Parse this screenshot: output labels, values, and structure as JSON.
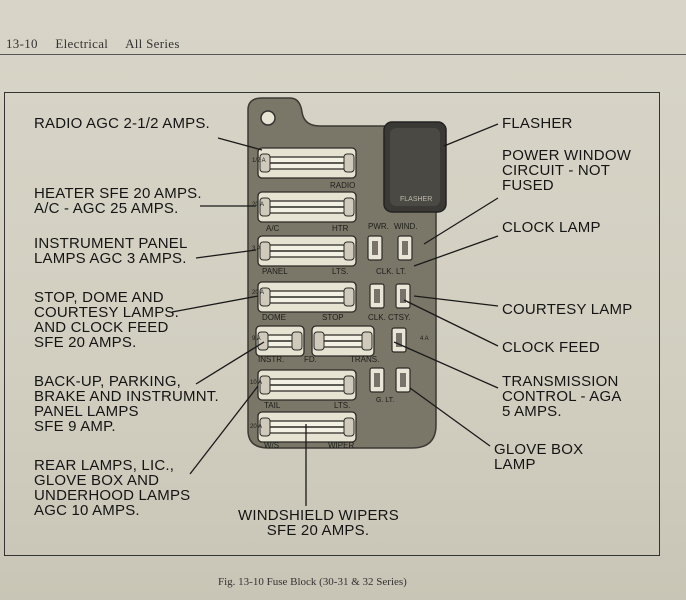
{
  "header": {
    "page_number": "13-10",
    "section": "Electrical",
    "series": "All Series"
  },
  "caption": "Fig. 13-10  Fuse Block (30-31 & 32 Series)",
  "callouts": {
    "radio": [
      "RADIO AGC 2-1/2 AMPS."
    ],
    "heater": [
      "HEATER SFE 20 AMPS.",
      "A/C - AGC 25 AMPS."
    ],
    "instrument": [
      "INSTRUMENT PANEL",
      "LAMPS AGC 3 AMPS."
    ],
    "stop_dome": [
      "STOP, DOME AND",
      "COURTESY LAMPS.",
      "AND CLOCK FEED",
      "SFE 20 AMPS."
    ],
    "backup": [
      "BACK-UP, PARKING,",
      "BRAKE AND INSTRUMNT.",
      "PANEL LAMPS",
      "SFE 9 AMP."
    ],
    "rear": [
      "REAR LAMPS, LIC.,",
      "GLOVE BOX AND",
      "UNDERHOOD LAMPS",
      "AGC 10 AMPS."
    ],
    "wipers": [
      "WINDSHIELD WIPERS",
      "SFE 20 AMPS."
    ],
    "flasher": [
      "FLASHER"
    ],
    "power_window": [
      "POWER WINDOW",
      "CIRCUIT - NOT",
      "FUSED"
    ],
    "clock_lamp": [
      "CLOCK LAMP"
    ],
    "courtesy_lamp": [
      "COURTESY LAMP"
    ],
    "clock_feed": [
      "CLOCK FEED"
    ],
    "transmission": [
      "TRANSMISSION",
      "CONTROL - AGA",
      "5 AMPS."
    ],
    "glove_box": [
      "GLOVE BOX",
      "LAMP"
    ]
  },
  "block_labels": {
    "radio": "RADIO",
    "ac": "A/C",
    "htr": "HTR",
    "panel": "PANEL",
    "lts": "LTS.",
    "dome": "DOME",
    "stop": "STOP",
    "instr": "INSTR.",
    "fd": "FD.",
    "trans": "TRANS.",
    "tail": "TAIL",
    "lts2": "LTS.",
    "wps": "W/S",
    "wiper": "WIPER",
    "flasher": "FLASHER",
    "pwr": "PWR.",
    "wind": "WIND.",
    "clk_lt": "CLK. LT.",
    "clk_ctsy": "CLK. CTSY.",
    "g_lt": "G. LT.",
    "amp_half": "1/2 A",
    "amp_20": "20 A",
    "amp_3": "3 A",
    "amp_20b": "20 A",
    "amp_9": "9 A",
    "amp_4": "4 A",
    "amp_10": "10 A",
    "amp_20c": "20 A"
  }
}
